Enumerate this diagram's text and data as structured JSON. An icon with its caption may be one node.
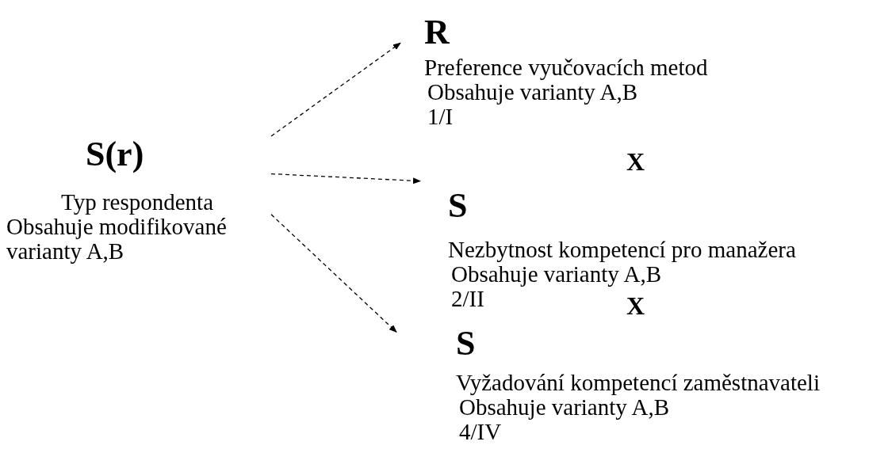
{
  "diagram": {
    "nodes": [
      {
        "text": [
          "S(r)",
          "Typ respondenta",
          "Obsahuje modifikované varianty A,B"
        ]
      },
      {
        "text": [
          "R",
          "Preference vyučovacích metod",
          "Obsahuje varianty A,B",
          "1/I"
        ]
      },
      {
        "text": [
          "S",
          "Nezbytnost kompetencí pro manažera",
          "Obsahuje varianty A,B",
          "2/II"
        ]
      },
      {
        "text": [
          "S",
          "Vyžadování kompetencí zaměstnavateli",
          "Obsahuje varianty A,B",
          "4/IV"
        ]
      }
    ],
    "edges": [
      {
        "from": 0,
        "to": 1,
        "arrow": "to",
        "style": "dashed"
      },
      {
        "from": 0,
        "to": 2,
        "arrow": "to",
        "style": "dashed"
      },
      {
        "from": 0,
        "to": 3,
        "arrow": "to",
        "style": "dashed"
      }
    ],
    "labels": [
      "X",
      "X"
    ]
  }
}
